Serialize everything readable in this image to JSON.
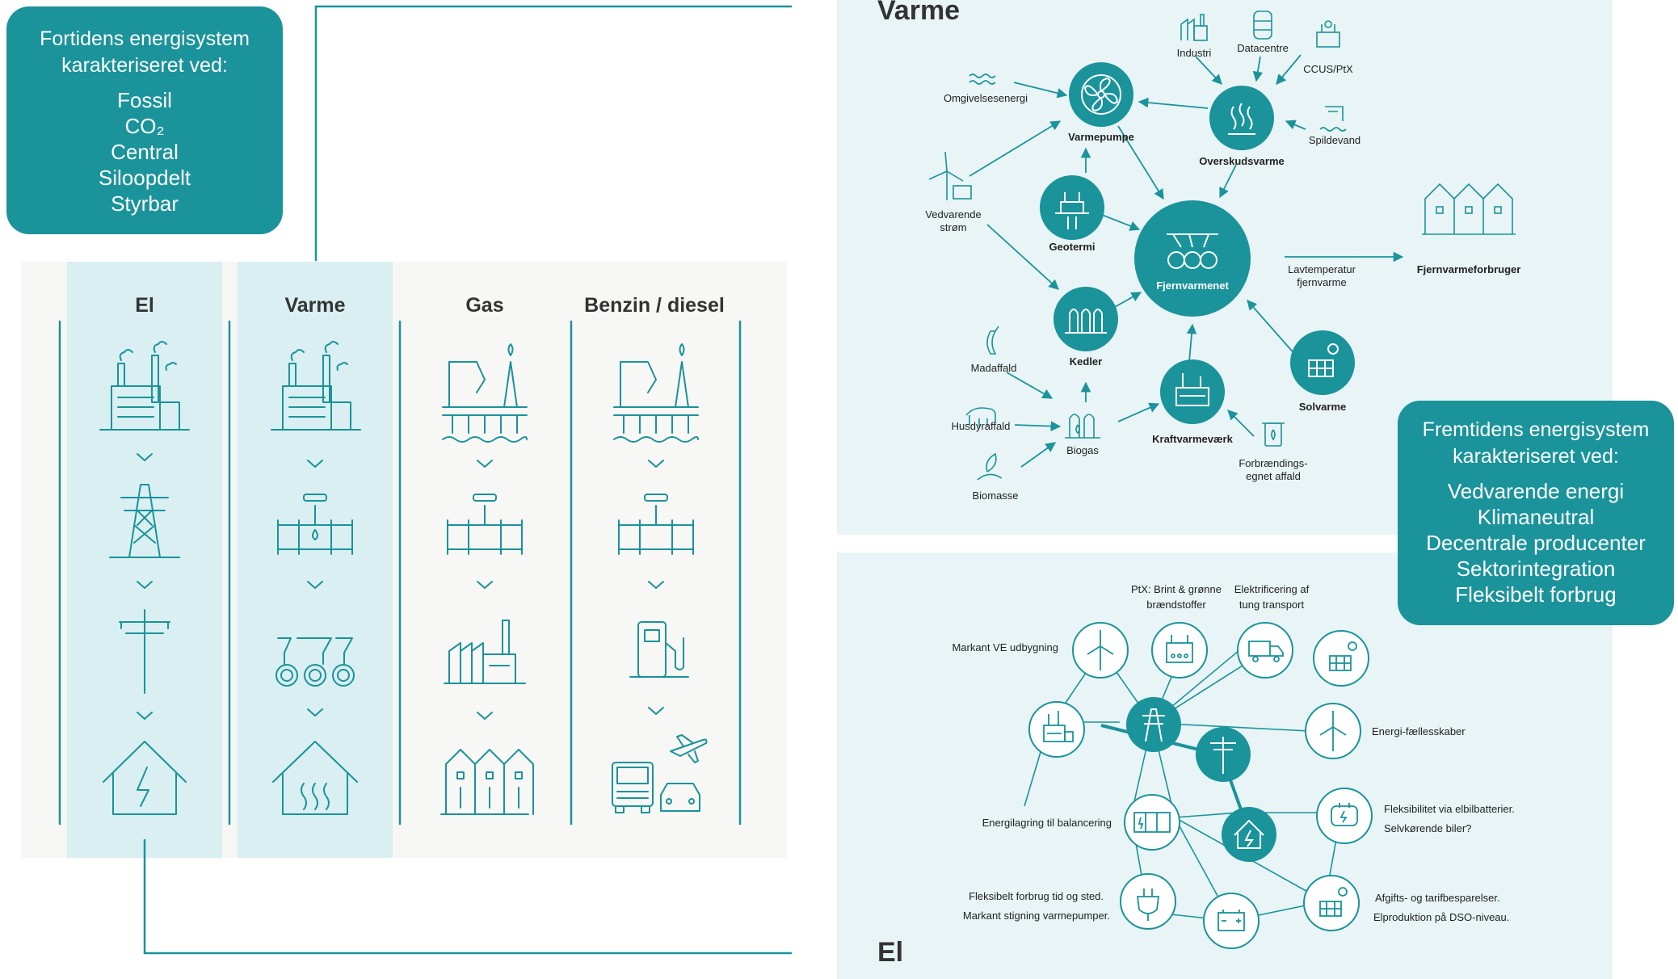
{
  "past_box": {
    "heading": "Fortidens energisystem karakteriseret ved:",
    "items": [
      "Fossil",
      "CO₂",
      "Central",
      "Siloopdelt",
      "Styrbar"
    ]
  },
  "future_box": {
    "heading": "Fremtidens energisystem karakteriseret ved:",
    "items": [
      "Vedvarende energi",
      "Klimaneutral",
      "Decentrale producenter",
      "Sektorintegration",
      "Fleksibelt forbrug"
    ]
  },
  "columns": [
    {
      "label": "El",
      "icons": [
        "factory-icon",
        "transmission-tower-icon",
        "power-pole-icon",
        "house-electric-icon"
      ]
    },
    {
      "label": "Varme",
      "icons": [
        "factory-icon",
        "pipe-valve-icon",
        "district-heating-pipes-icon",
        "house-heat-icon"
      ]
    },
    {
      "label": "Gas",
      "icons": [
        "offshore-rig-icon",
        "pipe-valve-icon",
        "industry-icon",
        "row-houses-icon"
      ]
    },
    {
      "label": "Benzin / diesel",
      "icons": [
        "offshore-rig-icon",
        "pipe-valve-icon",
        "fuel-pump-icon",
        "vehicles-icon"
      ]
    }
  ],
  "varme_section": {
    "title": "Varme",
    "nodes": {
      "fjernvarmenet": "Fjernvarmenet",
      "varmepumpe": "Varmepumpe",
      "overskudsvarme": "Overskudsvarme",
      "geotermi": "Geotermi",
      "kedler": "Kedler",
      "kraftvarmevaerk": "Kraftvarmeværk",
      "solvarme": "Solvarme"
    },
    "sources": {
      "industri": "Industri",
      "datacentre": "Datacentre",
      "ccus": "CCUS/PtX",
      "spildevand": "Spildevand",
      "omgivelsesenergi": "Omgivelsesenergi",
      "vedvarende_1": "Vedvarende",
      "vedvarende_2": "strøm",
      "madaffald": "Madaffald",
      "husdyraffald": "Husdyraffald",
      "biomasse": "Biomasse",
      "biogas": "Biogas",
      "forbraending_1": "Forbrændings-",
      "forbraending_2": "egnet affald",
      "lavtemp_1": "Lavtemperatur",
      "lavtemp_2": "fjernvarme",
      "forbruger": "Fjernvarmeforbruger"
    }
  },
  "el_section": {
    "title": "El",
    "labels": {
      "ptx_1": "PtX: Brint & grønne",
      "ptx_2": "brændstoffer",
      "elek_1": "Elektrificering af",
      "elek_2": "tung transport",
      "markant_ve": "Markant VE udbygning",
      "faellesskaber": "Energi-fællesskaber",
      "lagring": "Energilagring til balancering",
      "fleks_elbil_1": "Fleksibilitet via elbilbatterier.",
      "fleks_elbil_2": "Selvkørende biler?",
      "fleks_forbrug_1": "Fleksibelt forbrug tid og sted.",
      "fleks_forbrug_2": "Markant stigning varmepumper.",
      "afgifts_1": "Afgifts- og tarifbesparelser.",
      "afgifts_2": "Elproduktion på DSO-niveau."
    }
  },
  "colors": {
    "teal": "#1a939b",
    "light_teal": "#d9eff1",
    "panel": "#f7f7f5",
    "section": "#e8f4f5"
  }
}
